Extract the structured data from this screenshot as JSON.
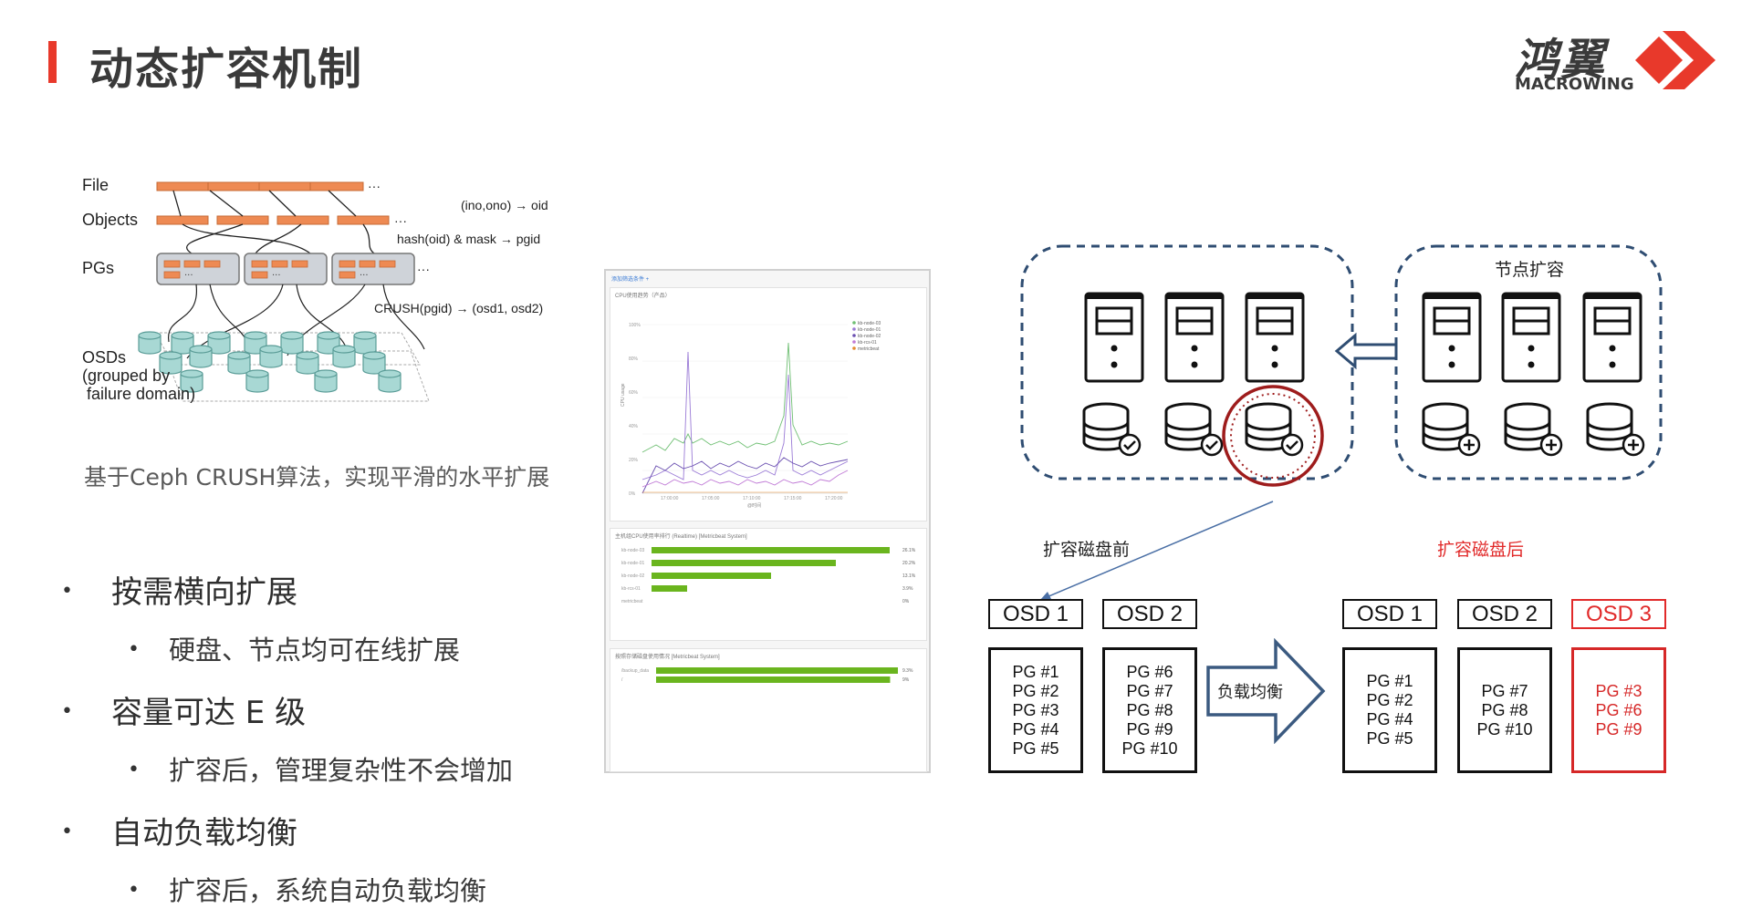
{
  "header": {
    "title": "动态扩容机制"
  },
  "logo": {
    "cn": "鸿翼",
    "en": "MACROWING",
    "accent": "#e8392b"
  },
  "ceph_diagram": {
    "labels": {
      "file": "File",
      "objects": "Objects",
      "pgs": "PGs",
      "osds_1": "OSDs",
      "osds_2": "(grouped by",
      "osds_3": "failure domain)"
    },
    "annotations": {
      "oid": "(ino,ono) → oid",
      "pgid": "hash(oid) & mask → pgid",
      "crush": "CRUSH(pgid) → (osd1, osd2)"
    },
    "ellipsis": "···"
  },
  "caption": "基于Ceph CRUSH算法，实现平滑的水平扩展",
  "bullets": [
    {
      "text": "按需横向扩展",
      "sub": "硬盘、节点均可在线扩展"
    },
    {
      "text": "容量可达 E 级",
      "sub": "扩容后，管理复杂性不会增加"
    },
    {
      "text": "自动负载均衡",
      "sub": "扩容后，系统自动负载均衡"
    }
  ],
  "dashboard": {
    "top_link": "添加筛选条件 +",
    "panel1_title": "CPU使用趋势（产品）",
    "panel1_ylabel": "CPU usage",
    "panel1_yticks": [
      "100%",
      "80%",
      "60%",
      "40%",
      "20%",
      "0%"
    ],
    "panel1_xticks": [
      "17:00:00",
      "17:05:00",
      "17:10:00",
      "17:15:00",
      "17:20:00"
    ],
    "panel1_xlabel": "@时间",
    "legend": [
      {
        "name": "kb-node-03",
        "color": "#6fbf73"
      },
      {
        "name": "kb-node-01",
        "color": "#9a7ad6"
      },
      {
        "name": "kb-node-02",
        "color": "#6a4fb0"
      },
      {
        "name": "kb-rcs-01",
        "color": "#c07ad6"
      },
      {
        "name": "metricbeat",
        "color": "#e58b2f"
      }
    ],
    "panel2_title": "主机组CPU使用率排行 (Realtime) [Metricbeat System]",
    "panel2_rows": [
      {
        "label": "kb-node-03",
        "value": 26.1,
        "text": "26.1%"
      },
      {
        "label": "kb-node-01",
        "value": 20.2,
        "text": "20.2%"
      },
      {
        "label": "kb-node-02",
        "value": 13.1,
        "text": "13.1%"
      },
      {
        "label": "kb-rcs-01",
        "value": 3.9,
        "text": "3.9%"
      },
      {
        "label": "metricbeat",
        "value": 0,
        "text": "0%"
      }
    ],
    "panel3_title": "按照存储磁盘使用情况 [Metricbeat System]",
    "panel3_rows": [
      {
        "label": "/backup_data",
        "value": 9.3,
        "text": "9.3%"
      },
      {
        "label": "/",
        "value": 9,
        "text": "9%"
      }
    ],
    "bar_color": "#6ab51e"
  },
  "expansion": {
    "node_expand": "节点扩容",
    "before": "扩容磁盘前",
    "after": "扩容磁盘后",
    "after_color": "#e12a2a",
    "balance": "负载均衡",
    "before_osds": [
      {
        "name": "OSD 1",
        "pgs": [
          "PG #1",
          "PG #2",
          "PG #3",
          "PG #4",
          "PG #5"
        ]
      },
      {
        "name": "OSD 2",
        "pgs": [
          "PG #6",
          "PG #7",
          "PG #8",
          "PG #9",
          "PG #10"
        ]
      }
    ],
    "after_osds": [
      {
        "name": "OSD 1",
        "pgs": [
          "PG #1",
          "PG #2",
          "PG #4",
          "PG #5"
        ]
      },
      {
        "name": "OSD 2",
        "pgs": [
          "PG #7",
          "PG #8",
          "PG #10"
        ]
      },
      {
        "name": "OSD 3",
        "pgs": [
          "PG #3",
          "PG #6",
          "PG #9"
        ]
      }
    ]
  }
}
